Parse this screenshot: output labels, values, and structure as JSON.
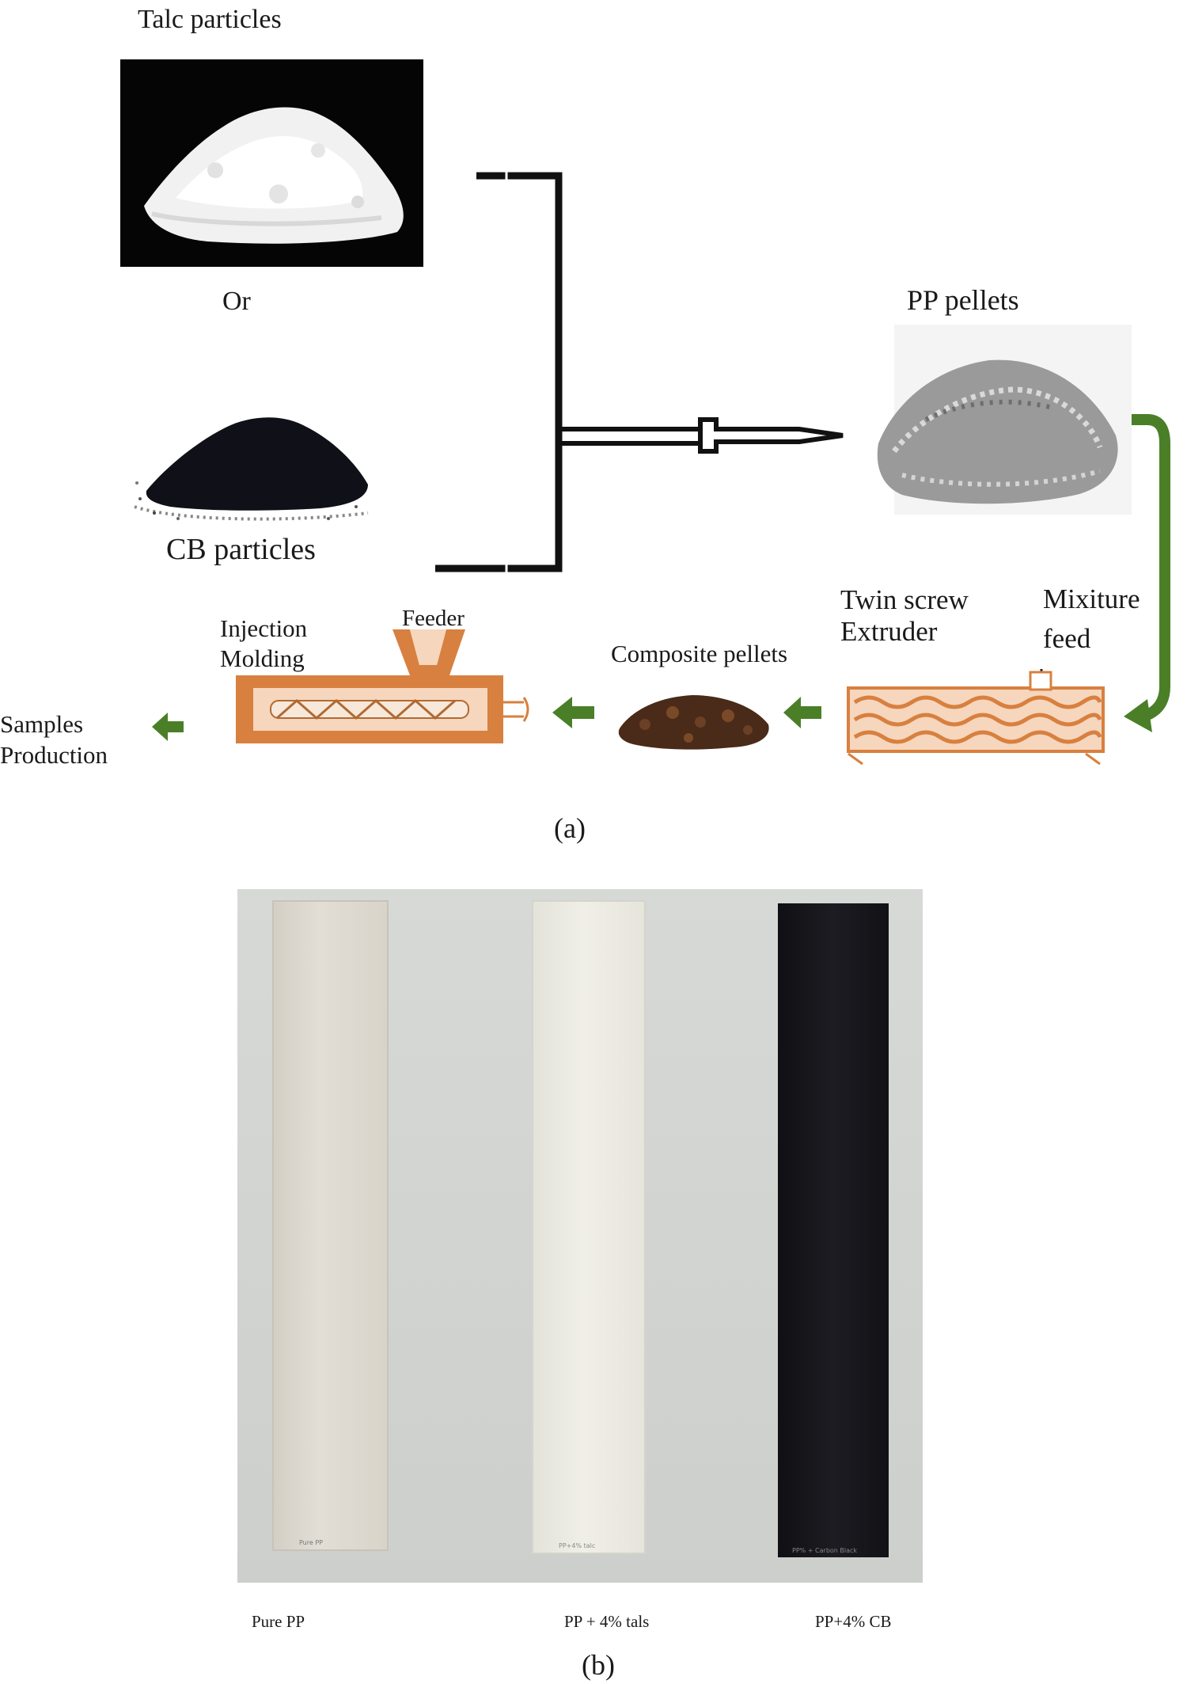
{
  "panel_a": {
    "caption": "(a)",
    "talc_label": "Talc particles",
    "or_label": "Or",
    "cb_label": "CB particles",
    "pp_pellets_label": "PP pellets",
    "extruder_label_line1": "Twin screw",
    "extruder_label_line2": "Extruder",
    "mixture_feed_line1": "Mixiture",
    "mixture_feed_line2": "feed",
    "composite_label": "Composite pellets",
    "feeder_label": "Feeder",
    "injection_line1": "Injection",
    "injection_line2": "Molding",
    "samples_line1": "Samples",
    "samples_line2": "Production",
    "arrow_color": "#4a7f28",
    "machine_color": "#d8803f"
  },
  "panel_b": {
    "caption": "(b)",
    "samples": [
      {
        "label": "Pure PP",
        "strip_text": "Pure PP",
        "color": "#dedbd2"
      },
      {
        "label": "PP + 4% tals",
        "strip_text": "PP+4% talc",
        "color": "#ecebe2"
      },
      {
        "label": "PP+4% CB",
        "strip_text": "PP% + Carbon Black",
        "color": "#15151a"
      }
    ]
  }
}
